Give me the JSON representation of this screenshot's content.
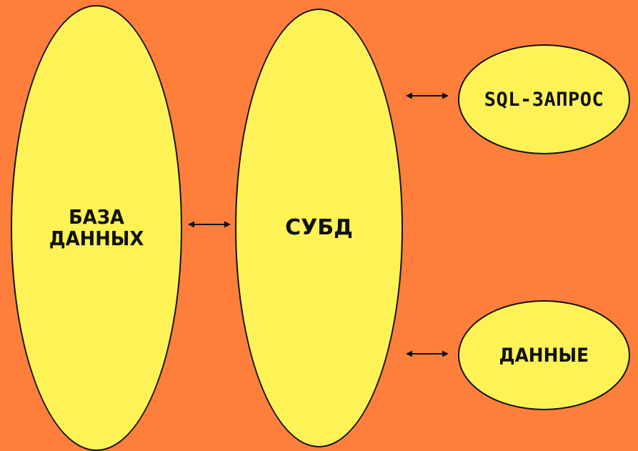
{
  "colors": {
    "background": "#fe7f3b",
    "node_fill": "#fef356",
    "stroke": "#111111"
  },
  "nodes": {
    "database": {
      "label": "БАЗА\nДАННЫХ"
    },
    "dbms": {
      "label": "СУБД"
    },
    "sql_query": {
      "label": "SQL-ЗАПРОС"
    },
    "data": {
      "label": "ДАННЫЕ"
    }
  },
  "edges": [
    {
      "from": "database",
      "to": "dbms",
      "direction": "both"
    },
    {
      "from": "dbms",
      "to": "sql_query",
      "direction": "both"
    },
    {
      "from": "dbms",
      "to": "data",
      "direction": "both"
    }
  ]
}
